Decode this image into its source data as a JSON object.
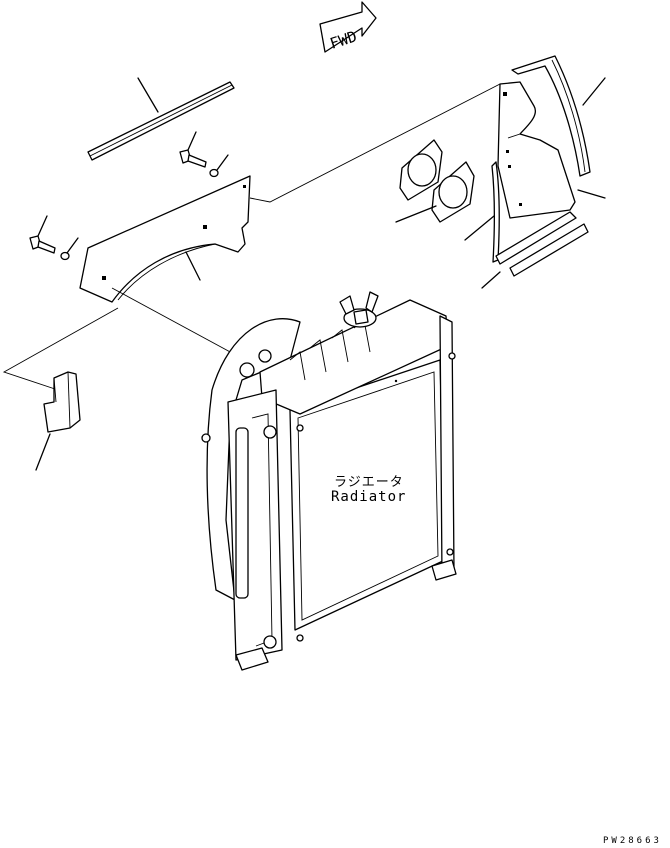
{
  "diagram": {
    "fwd_arrow_text": "FWD",
    "radiator_label_jp": "ラジエータ",
    "radiator_label_en": "Radiator",
    "drawing_code": "PW28663"
  }
}
